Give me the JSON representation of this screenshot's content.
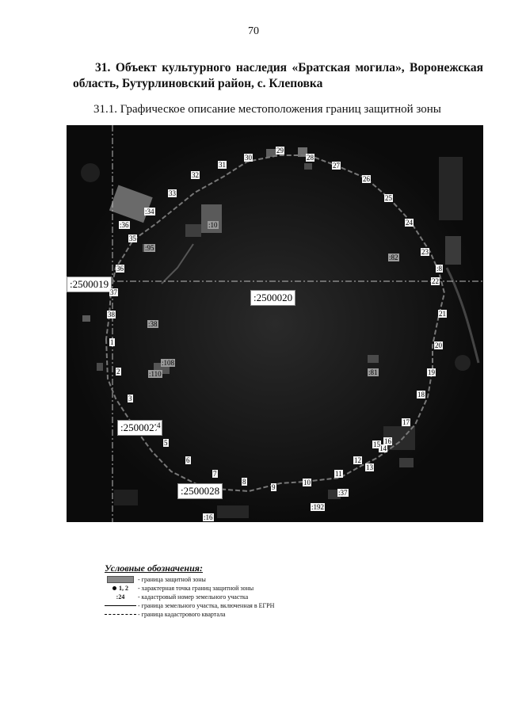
{
  "page_number": "70",
  "heading": "31. Объект культурного наследия «Братская могила», Воронежская область, Бутурлиновский район, с. Клеповка",
  "subheading": "31.1. Графическое описание местоположения границ защитной зоны",
  "map": {
    "quarter_labels": [
      ":2500019",
      ":2500020",
      ":2500027",
      ":2500028"
    ],
    "cadastral_labels": [
      ":36",
      ":34",
      ":10",
      ":95",
      ":82",
      ":8",
      ":38",
      ":108",
      ":110",
      ":81",
      ":37",
      ":192",
      ":16"
    ],
    "points": [
      "1",
      "2",
      "3",
      "4",
      "5",
      "6",
      "7",
      "8",
      "9",
      "10",
      "11",
      "12",
      "13",
      "14",
      "15",
      "16",
      "17",
      "18",
      "19",
      "20",
      "21",
      "22",
      "23",
      "24",
      "25",
      "26",
      "27",
      "28",
      "29",
      "30",
      "31",
      "32",
      "33",
      "34",
      "35",
      "36",
      "37",
      "38"
    ]
  },
  "legend": {
    "title": "Условные обозначения:",
    "items": [
      {
        "symbol": "",
        "text": "- граница защитной зоны"
      },
      {
        "symbol": "1, 2",
        "text": "- характерная точка границ защитной зоны"
      },
      {
        "symbol": ":24",
        "text": "- кадастровый номер земельного участка"
      },
      {
        "symbol": "",
        "text": "- граница земельного участка, включенная в ЕГРН"
      },
      {
        "symbol": "",
        "text": "- граница кадастрового квартала"
      }
    ]
  }
}
